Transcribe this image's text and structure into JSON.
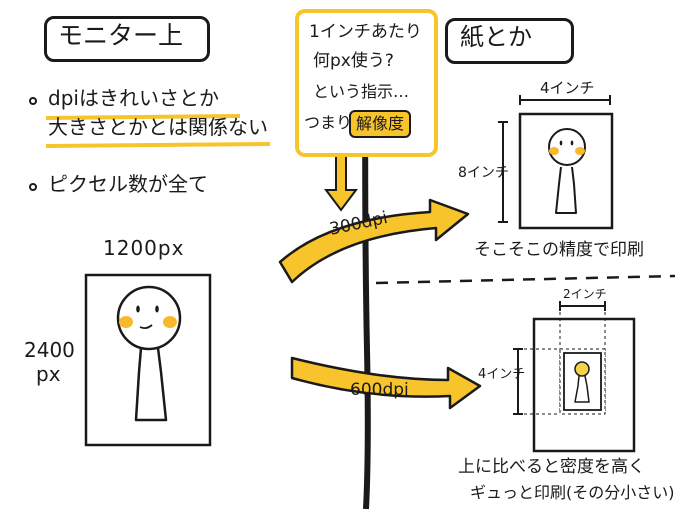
{
  "monitor": {
    "title": "モニター上",
    "bullet1_line1": "dpiはきれいさとか",
    "bullet1_line2": "大きさとかとは関係ない",
    "bullet2": "ピクセル数が全て",
    "width_label": "1200px",
    "height_label_line1": "2400",
    "height_label_line2": "px"
  },
  "center_note": {
    "line1": "1インチあたり",
    "line2": "何px使う?",
    "line3": "という指示…",
    "line4_prefix": "つまり",
    "line4_highlight": "解像度"
  },
  "arrows": {
    "arrow_300": "300dpi",
    "arrow_600": "600dpi"
  },
  "paper": {
    "title": "紙とか",
    "width_label_300": "4インチ",
    "height_label_300": "8インチ",
    "caption_300": "そこそこの精度で印刷",
    "width_label_600": "2インチ",
    "height_label_600": "4インチ",
    "caption_600_line1": "上に比べると密度を高く",
    "caption_600_line2": "ギュっと印刷(その分小さい)"
  },
  "colors": {
    "accent": "#f8c42c",
    "ink": "#1a1a1a",
    "face": "#ffe98a",
    "cheek": "#f7b92b"
  }
}
